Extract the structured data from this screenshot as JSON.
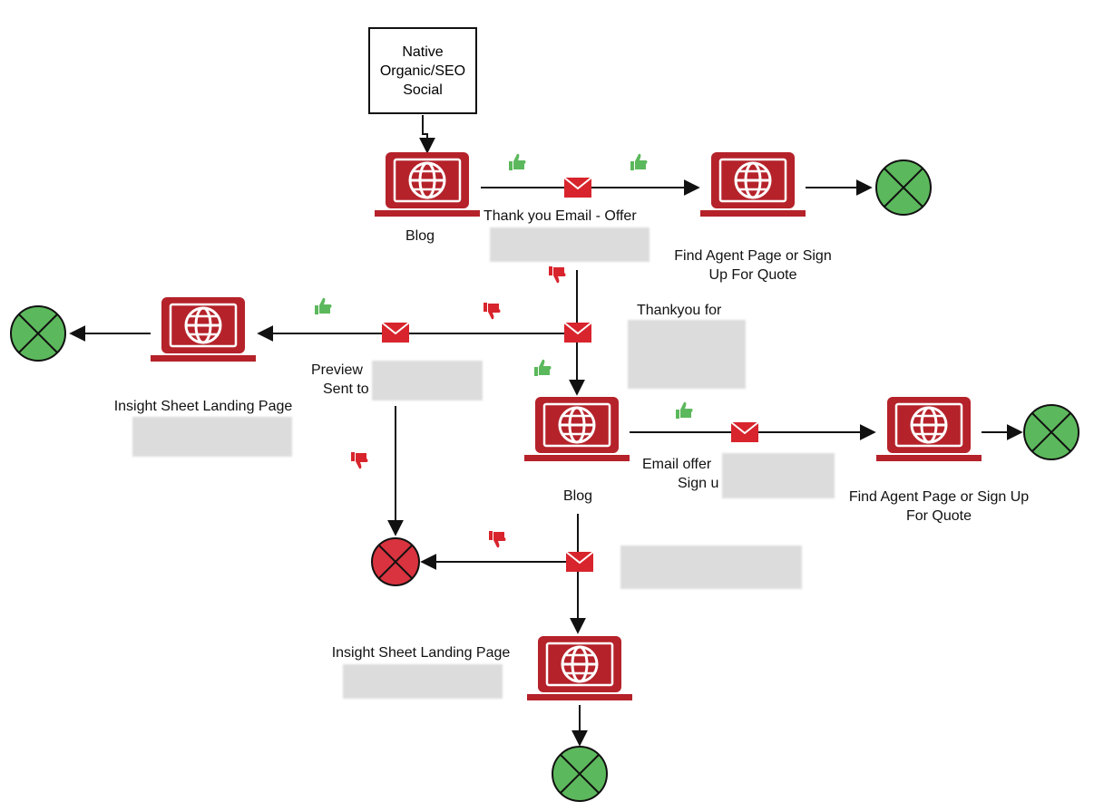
{
  "source": {
    "label": "Native\nOrganic/SEO\nSocial"
  },
  "nodes": {
    "blog_top": "Blog",
    "blog_mid": "Blog",
    "find_agent_top": "Find Agent Page or Sign\nUp For Quote",
    "find_agent_right": "Find Agent Page or Sign Up\nFor Quote",
    "insight_left": "Insight Sheet Landing Page",
    "insight_bottom": "Insight Sheet Landing Page"
  },
  "emails": {
    "thank_you_offer": "Thank you Email - Offer",
    "thankyou_for": "Thankyou for",
    "preview": "Preview",
    "sent_to": "Sent to",
    "email_offer": "Email offer",
    "sign_up": "Sign u"
  },
  "colors": {
    "device": "#b5222a",
    "email": "#d8242c",
    "success": "#5cb85c",
    "fail": "#d9333f",
    "thumb_up": "#5cb85c",
    "thumb_down": "#d8242c",
    "line": "#111111"
  },
  "icons": {
    "device": "laptop-globe-icon",
    "email": "envelope-icon",
    "positive": "thumbs-up-icon",
    "negative": "thumbs-down-icon",
    "success_end": "green-x-circle-icon",
    "fail_end": "red-x-circle-icon"
  }
}
